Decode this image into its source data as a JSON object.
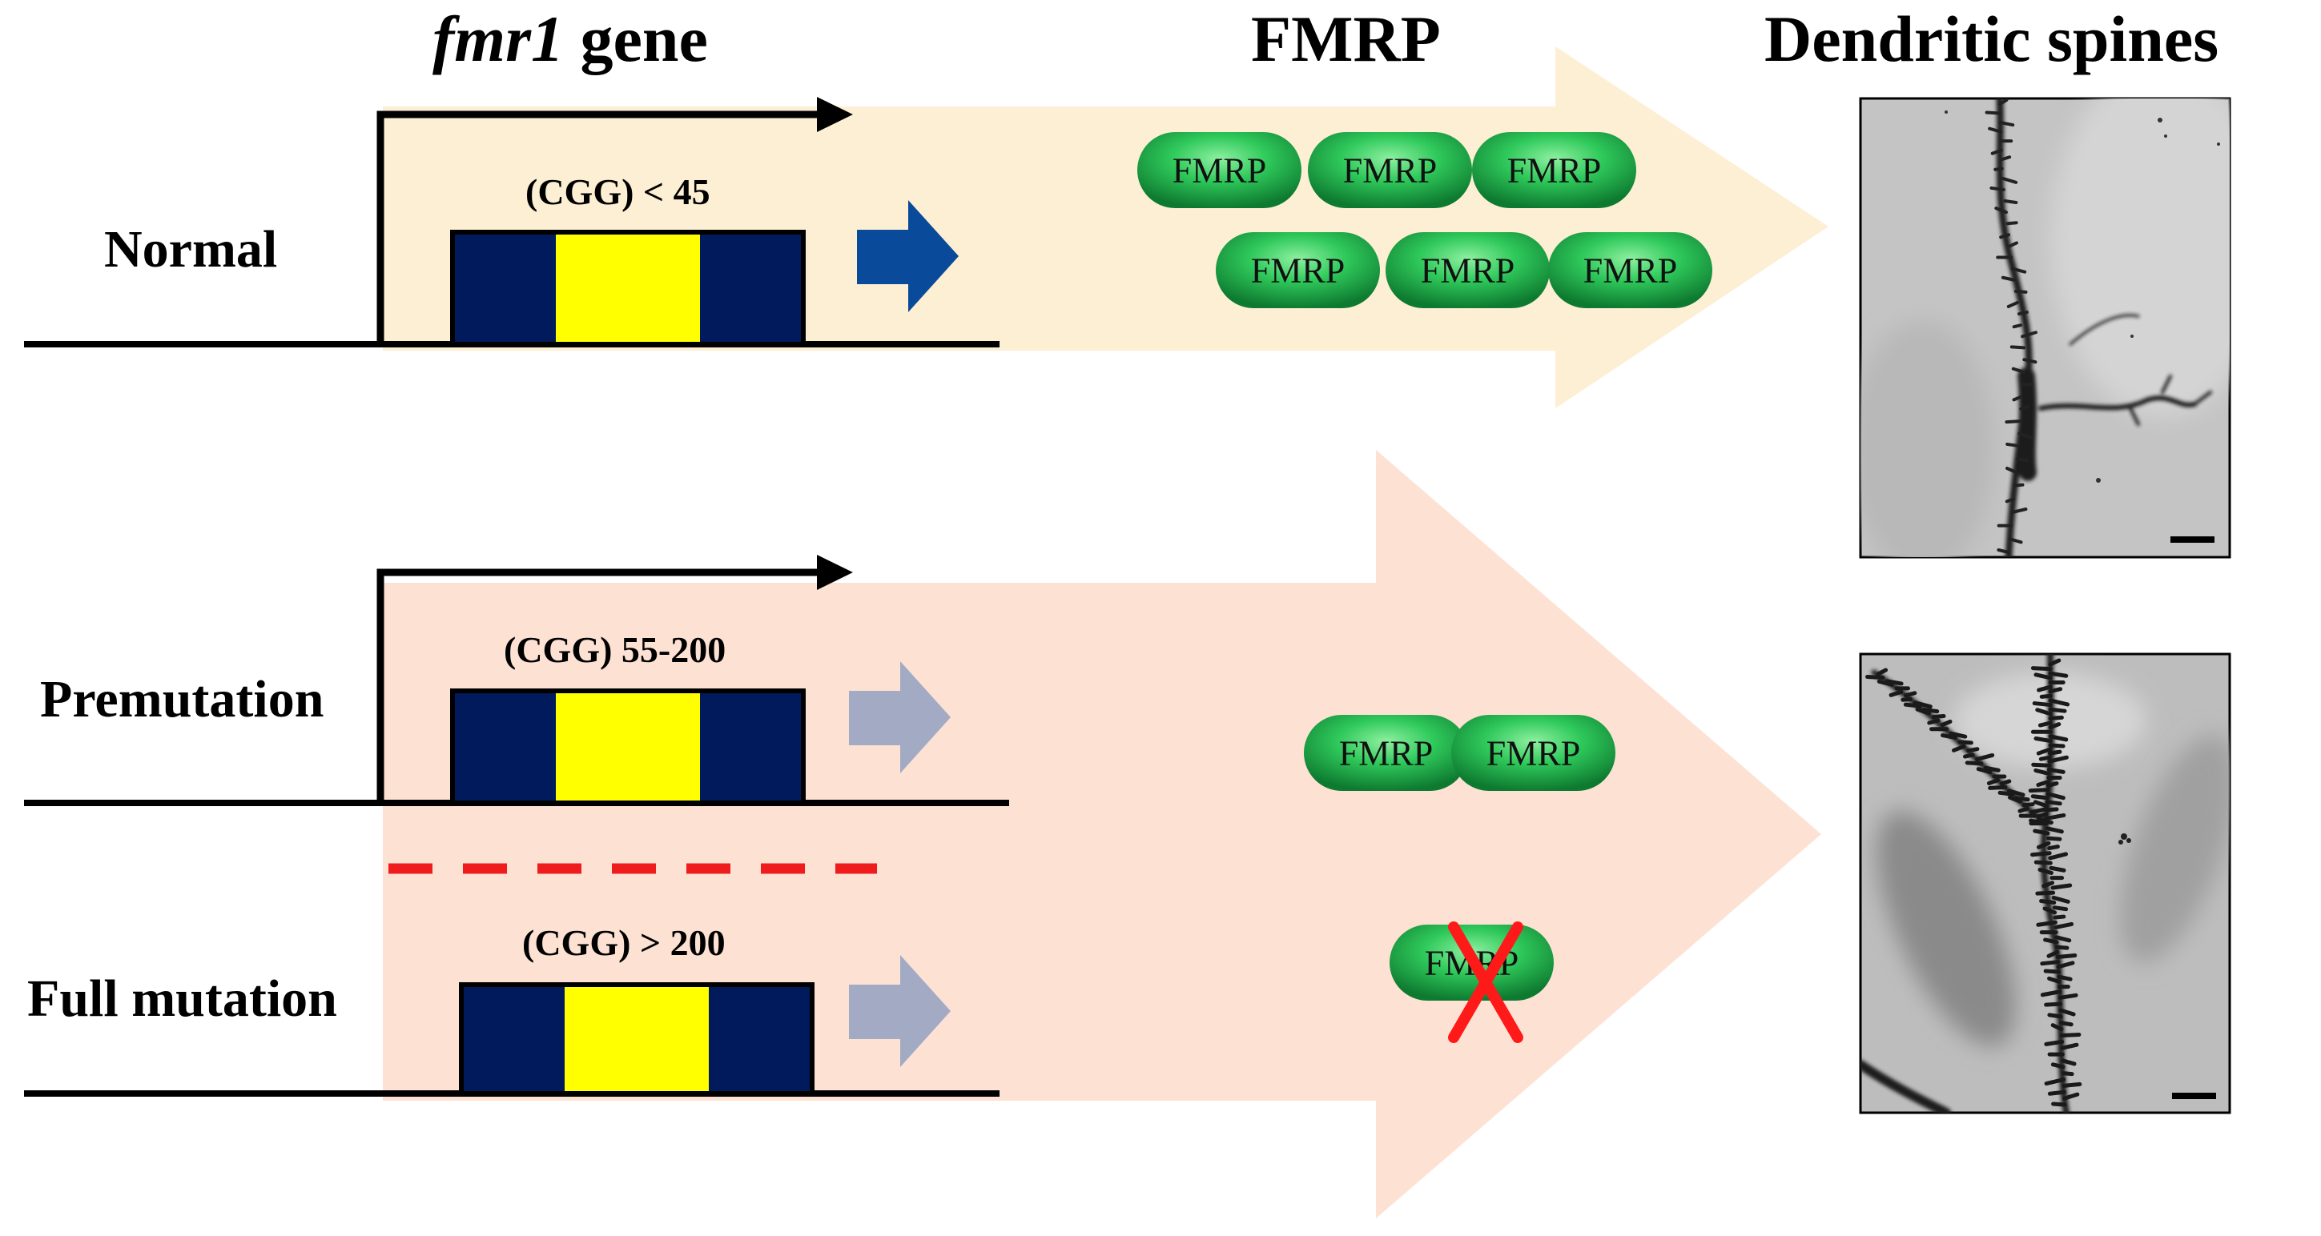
{
  "headers": {
    "gene_italic": "fmr1",
    "gene_rest": " gene",
    "protein": "FMRP",
    "spines": "Dendritic spines"
  },
  "rows": {
    "normal": {
      "label": "Normal",
      "repeat": "(CGG) < 45"
    },
    "premutation": {
      "label": "Premutation",
      "repeat": "(CGG) 55-200"
    },
    "full_mutation": {
      "label": "Full mutation",
      "repeat": "(CGG) > 200"
    }
  },
  "protein_label": "FMRP",
  "colors": {
    "exon": "#001a5c",
    "cgg_repeat": "#ffff00",
    "normal_arrow_bg": "#fdefd3",
    "mutant_arrow_bg": "#fde2d4",
    "expression_normal": "#0a4a9a",
    "expression_reduced": "#a3abc4",
    "protein_fill": "#22b04b",
    "absent_cross": "#ff0000",
    "separator": "#ee1c1c"
  },
  "icons": {
    "promoter": "bent-arrow-icon",
    "expression": "block-arrow-icon",
    "absent": "red-x-icon",
    "micrograph": "dendrite-micrograph-image"
  },
  "protein_counts": {
    "normal": 6,
    "premutation": 2,
    "full_mutation": 1
  }
}
